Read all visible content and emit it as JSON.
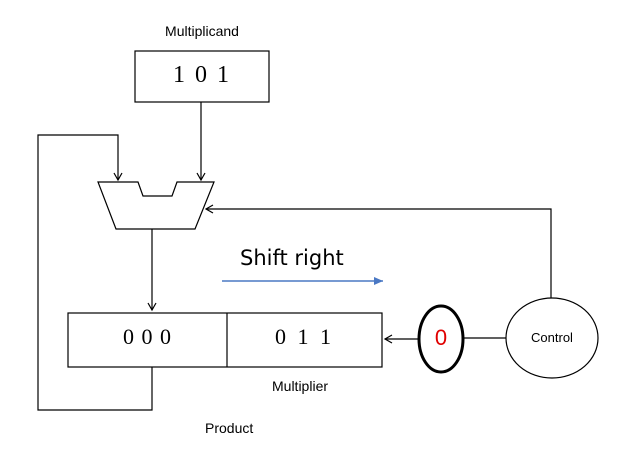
{
  "labels": {
    "multiplicand": "Multiplicand",
    "multiplier": "Multiplier",
    "product": "Product",
    "control": "Control",
    "shift": "Shift right"
  },
  "registers": {
    "multiplicand_value": "1 0 1",
    "product_high_value": "0 0 0",
    "product_low_value": "0 1 1"
  },
  "lsb_bit": "0",
  "colors": {
    "line": "#000000",
    "shift_arrow": "#4a78c4",
    "lsb_bit_text": "#e00000"
  }
}
